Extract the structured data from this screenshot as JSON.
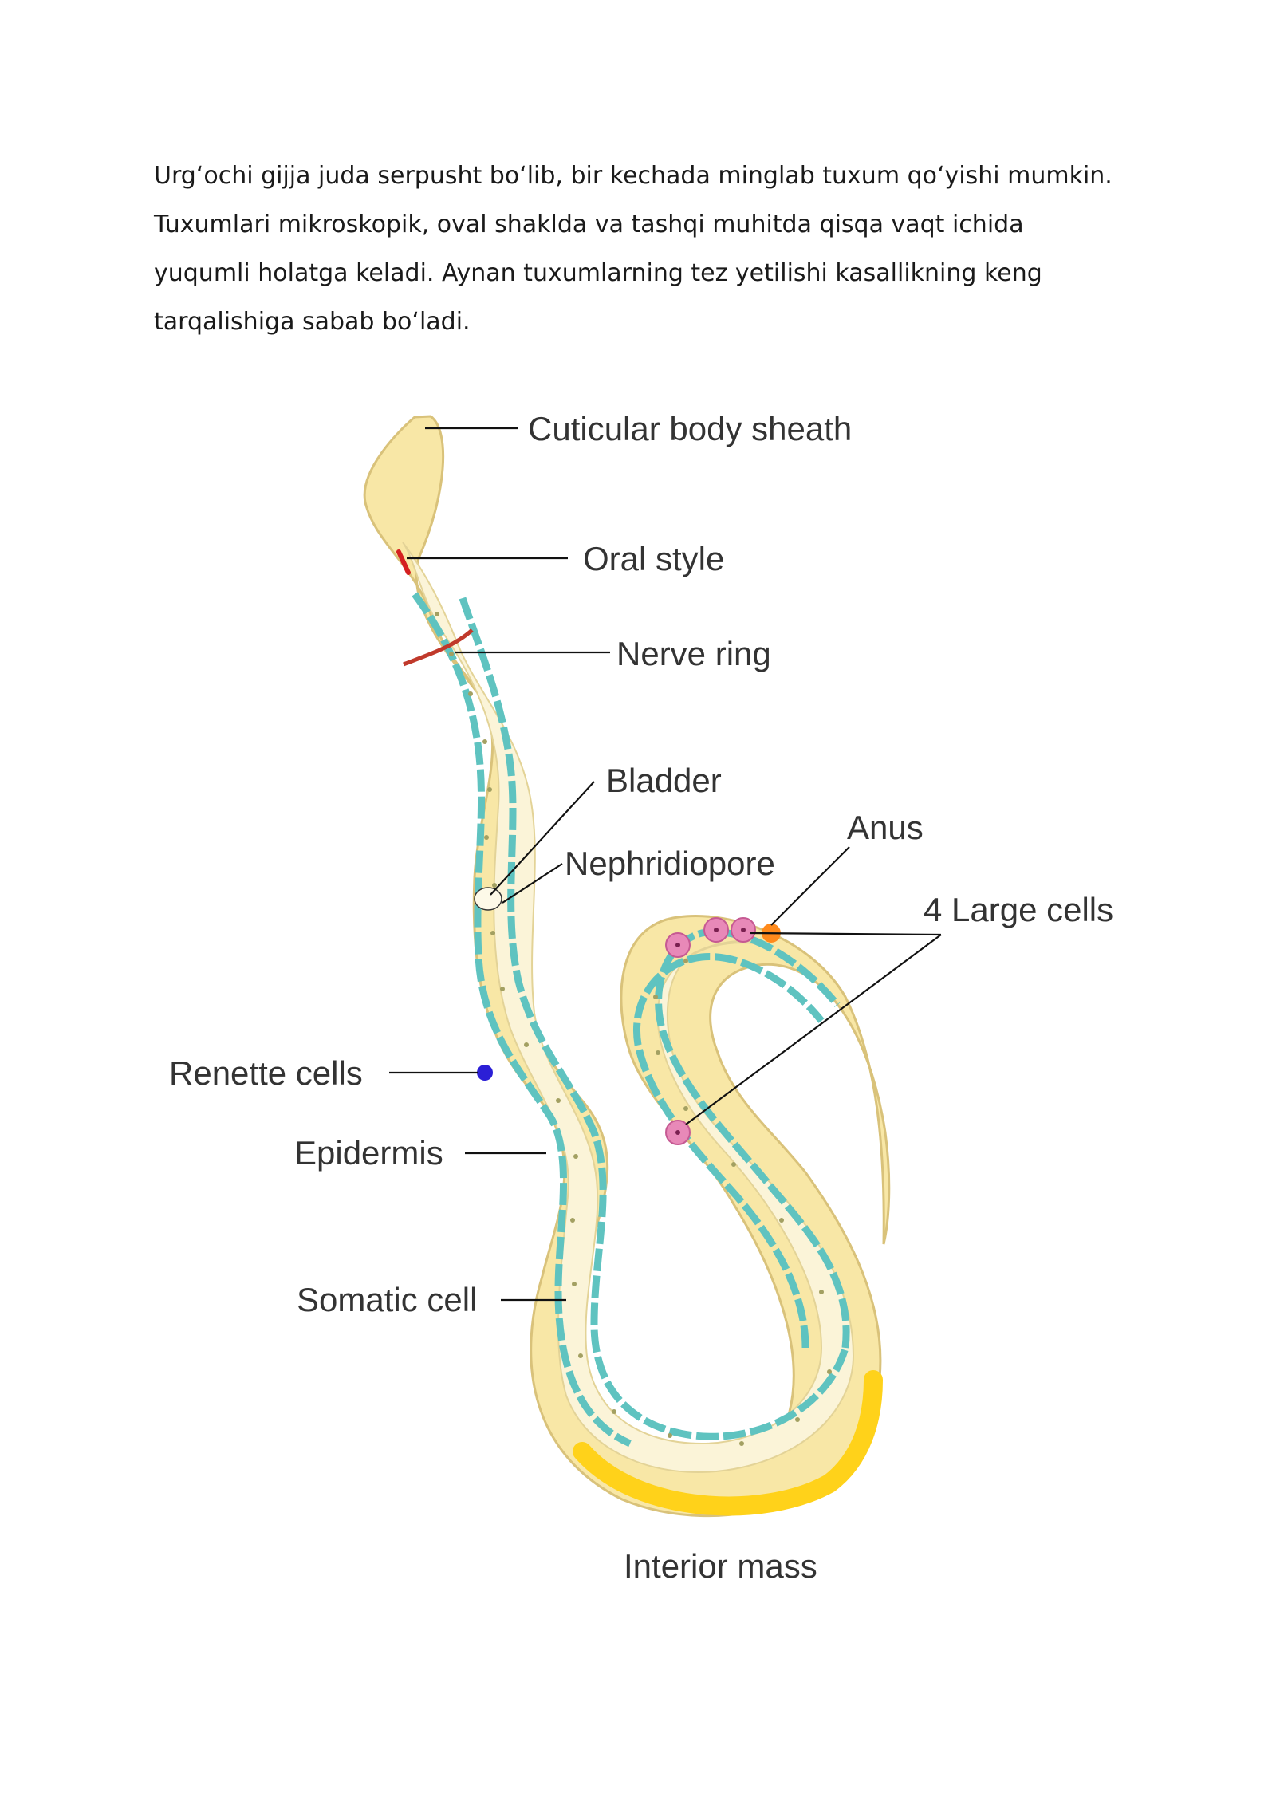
{
  "paragraph": {
    "lines": [
      "Urg‘ochi gijja juda serpusht bo‘lib, bir kechada minglab tuxum qo‘yishi mumkin.",
      "Tuxumlari mikroskopik, oval shaklda va tashqi muhitda qisqa vaqt ichida",
      "yuqumli holatga keladi. Aynan tuxumlarning tez yetilishi kasallikning keng",
      "tarqalishiga sabab bo‘ladi."
    ]
  },
  "figure": {
    "labels": {
      "cuticular_body_sheath": "Cuticular body sheath",
      "oral_style": "Oral style",
      "nerve_ring": "Nerve ring",
      "bladder": "Bladder",
      "nephridiopore": "Nephridiopore",
      "anus": "Anus",
      "large_cells": "4 Large cells",
      "renette_cells": "Renette cells",
      "epidermis": "Epidermis",
      "somatic_cell": "Somatic cell",
      "interior_mass": "Interior mass"
    },
    "colors": {
      "body_fill": "#f8e7a6",
      "body_outline": "#d9c27a",
      "inner_fill": "#fbf4d8",
      "somatic_cell": "#5fc3c0",
      "oral_style": "#d42020",
      "nerve_ring": "#c0392b",
      "renette_cell": "#2b1fd6",
      "large_cell": "#e889b8",
      "anus": "#ff8a1c",
      "interior_mass": "#ffd21a",
      "granules": "#a3a062"
    }
  }
}
